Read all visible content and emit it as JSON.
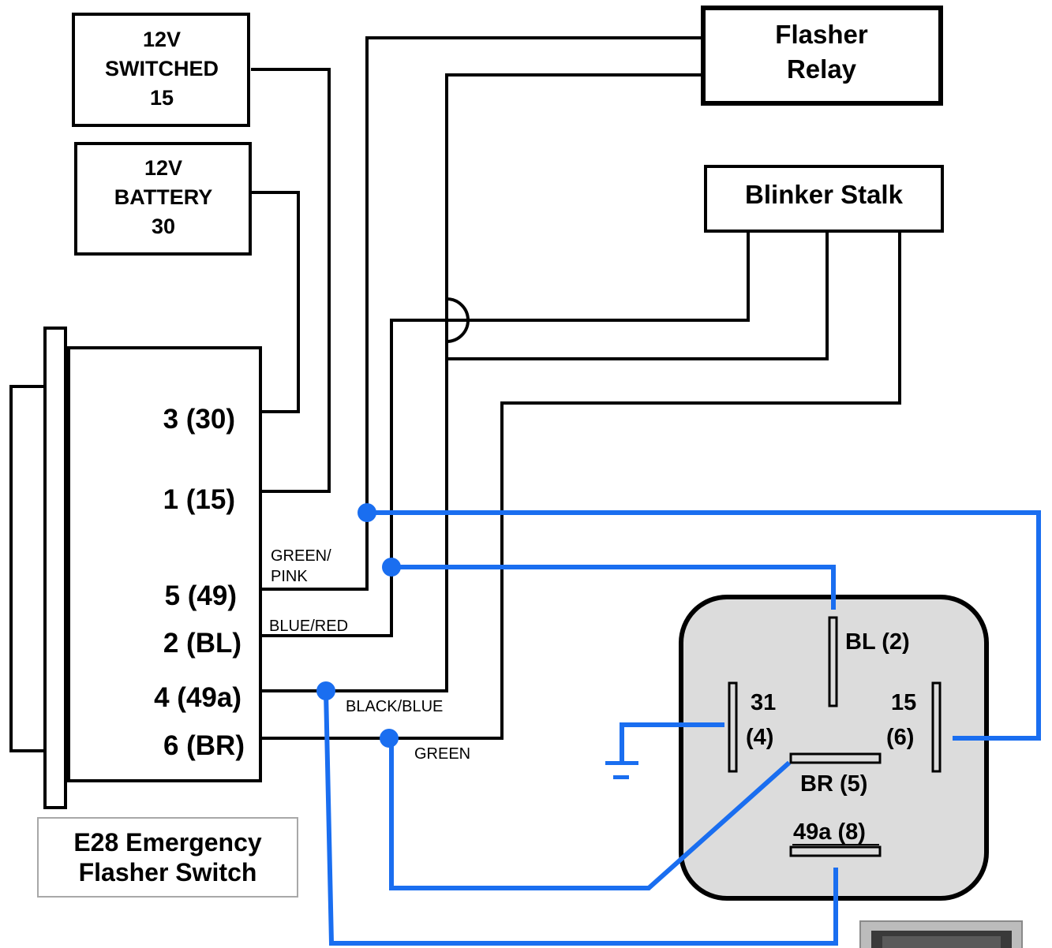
{
  "boxes": {
    "switched": [
      "12V",
      "SWITCHED",
      "15"
    ],
    "battery": [
      "12V",
      "BATTERY",
      "30"
    ],
    "flasher_relay": [
      "Flasher",
      "Relay"
    ],
    "blinker_stalk": "Blinker Stalk"
  },
  "switch_pins": {
    "pin3": "3 (30)",
    "pin1": "1 (15)",
    "pin5": "5 (49)",
    "pin2": "2 (BL)",
    "pin4": "4 (49a)",
    "pin6": "6 (BR)"
  },
  "wire_colors": {
    "green_pink": [
      "GREEN/",
      "PINK"
    ],
    "blue_red": "BLUE/RED",
    "black_blue": "BLACK/BLUE",
    "green": "GREEN"
  },
  "relay_pins": {
    "bl": "BL (2)",
    "p31": [
      "31",
      "(4)"
    ],
    "p15": [
      "15",
      "(6)"
    ],
    "br": "BR (5)",
    "p49a": "49a (8)"
  },
  "caption": [
    "E28 Emergency",
    "Flasher Switch"
  ],
  "colors": {
    "wire_black": "#000000",
    "wire_blue": "#1a6ef0",
    "relay_fill": "#dcdcdc"
  }
}
